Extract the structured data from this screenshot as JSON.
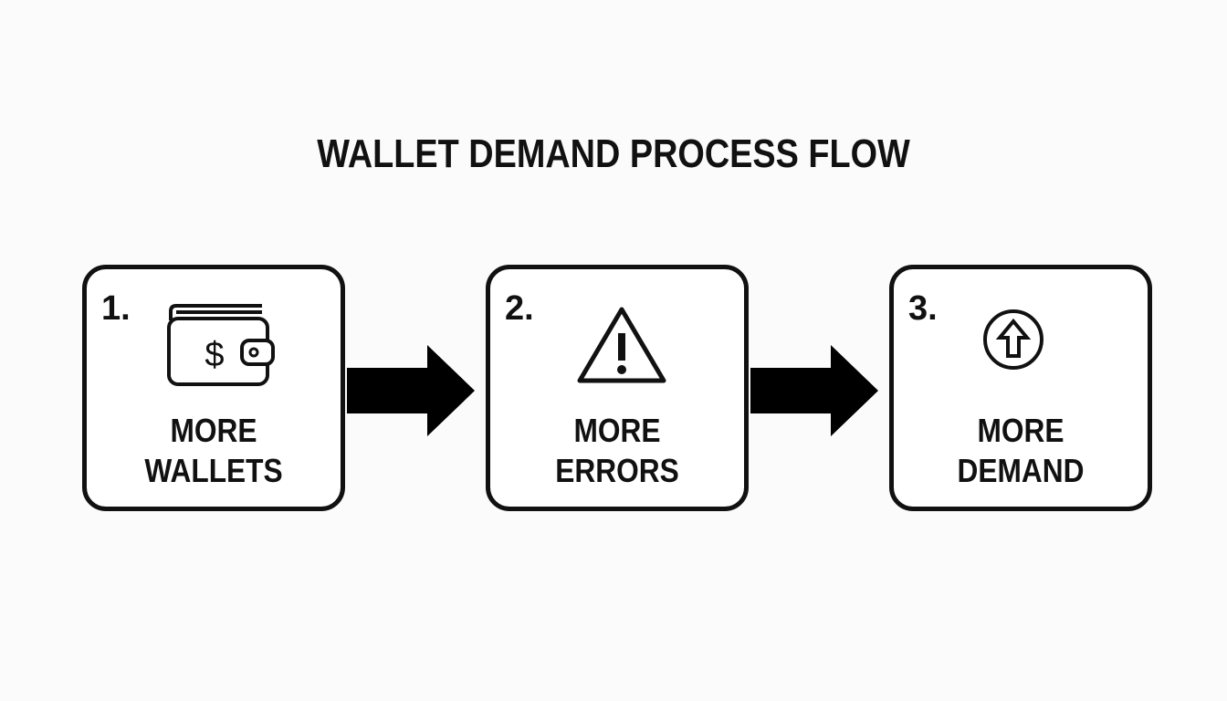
{
  "title": "WALLET DEMAND PROCESS FLOW",
  "steps": [
    {
      "number": "1.",
      "icon": "wallet-icon",
      "line1": "MORE",
      "line2": "WALLETS"
    },
    {
      "number": "2.",
      "icon": "warning-icon",
      "line1": "MORE",
      "line2": "ERRORS"
    },
    {
      "number": "3.",
      "icon": "arrow-up-circle-icon",
      "line1": "MORE",
      "line2": "DEMAND"
    }
  ],
  "colors": {
    "stroke": "#111111",
    "background": "#fbfbfb"
  }
}
